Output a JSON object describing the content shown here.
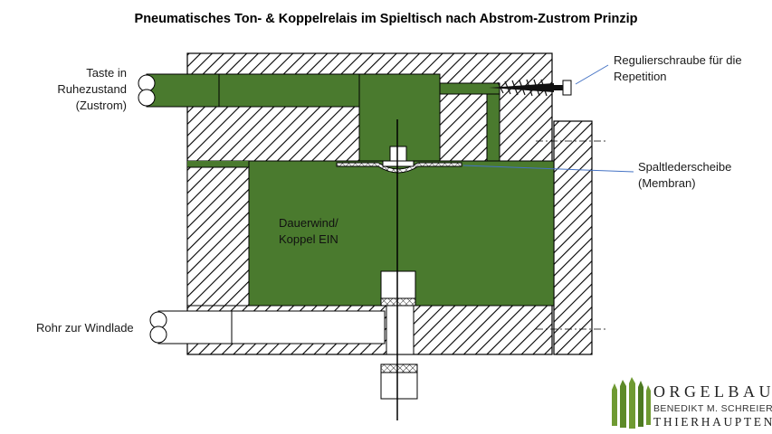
{
  "title": "Pneumatisches Ton- & Koppelrelais im Spieltisch nach Abstrom-Zustrom Prinzip",
  "labels": {
    "taste_line1": "Taste in",
    "taste_line2": "Ruhezustand",
    "taste_line3": "(Zustrom)",
    "rohr": "Rohr zur Windlade",
    "schraube_line1": "Regulierschraube für die",
    "schraube_line2": "Repetition",
    "spalt_line1": "Spaltlederscheibe",
    "spalt_line2": "(Membran)",
    "dauer_line1": "Dauerwind/",
    "dauer_line2": "Koppel EIN"
  },
  "logo": {
    "name": "ORGELBAU",
    "owner": "BENEDIKT M. SCHREIER",
    "city": "THIERHAUPTEN"
  },
  "colors": {
    "wind_green": "#4a7a2e",
    "outline": "#000000",
    "hatch": "#000000",
    "leader_line": "#4472c4",
    "logo_green": "#6f9a32"
  }
}
